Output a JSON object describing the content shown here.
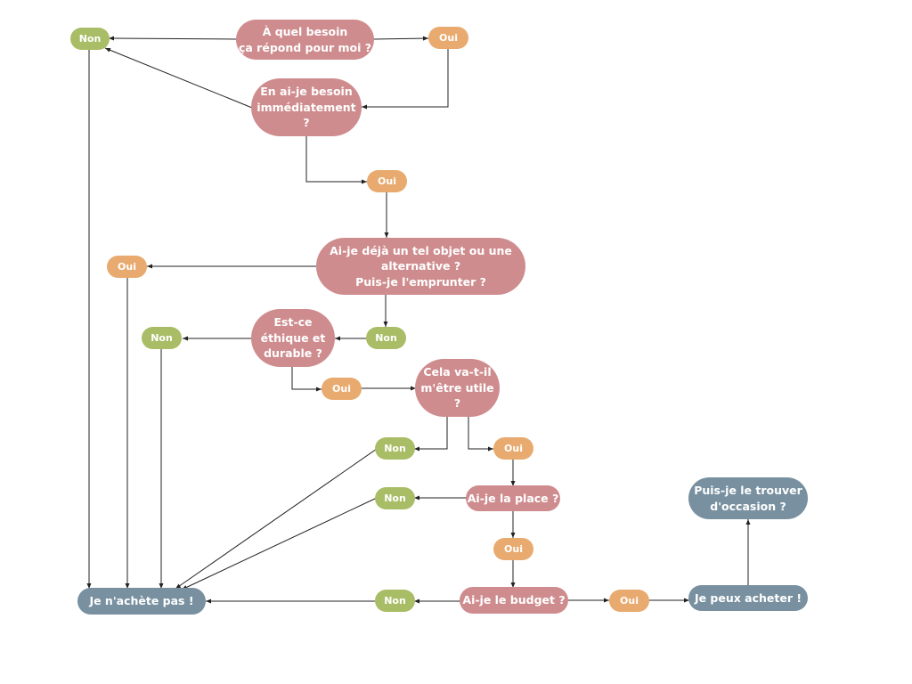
{
  "colors": {
    "question": "#cf8c8e",
    "oui": "#e8aa6e",
    "non": "#a8bd66",
    "end": "#7890a0",
    "line": "#222222"
  },
  "nodes": {
    "q_besoin": "À quel besoin\nça répond pour moi  ?",
    "q_immediat": "En ai-je besoin\nimmédiatement\n?",
    "q_deja": "Ai-je déjà un tel objet ou une\nalternative ?\nPuis-je l'emprunter ?",
    "q_ethique": "Est-ce\néthique et\ndurable ?",
    "q_utile": "Cela va-t-il\nm'être utile\n?",
    "q_place": "Ai-je la place ?",
    "q_budget": "Ai-je le budget ?",
    "end_no": "Je n'achète pas !",
    "end_buy": "Je peux acheter !",
    "end_occasion": "Puis-je le trouver\nd'occasion ?",
    "non_1": "Non",
    "oui_1": "Oui",
    "oui_2": "Oui",
    "oui_3": "Oui",
    "non_2": "Non",
    "non_3": "Non",
    "oui_4": "Oui",
    "non_4": "Non",
    "oui_5": "Oui",
    "non_5": "Non",
    "oui_6": "Oui",
    "non_6": "Non",
    "oui_7": "Oui"
  }
}
